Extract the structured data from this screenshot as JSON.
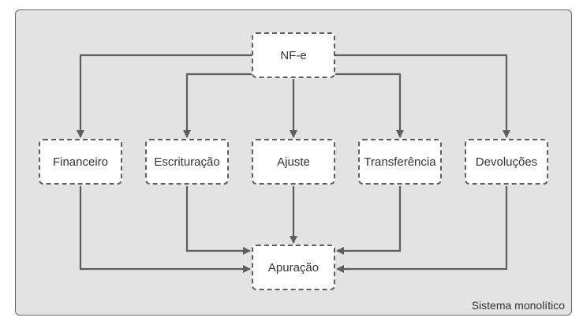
{
  "diagram": {
    "container_label": "Sistema monolítico",
    "nodes": {
      "nfe": "NF-e",
      "financeiro": "Financeiro",
      "escrituracao": "Escrituração",
      "ajuste": "Ajuste",
      "transferencia": "Transferência",
      "devolucoes": "Devoluções",
      "apuracao": "Apuração"
    },
    "edges": [
      {
        "from": "NF-e",
        "to": "Financeiro"
      },
      {
        "from": "NF-e",
        "to": "Escrituração"
      },
      {
        "from": "NF-e",
        "to": "Ajuste"
      },
      {
        "from": "NF-e",
        "to": "Transferência"
      },
      {
        "from": "NF-e",
        "to": "Devoluções"
      },
      {
        "from": "Financeiro",
        "to": "Apuração"
      },
      {
        "from": "Escrituração",
        "to": "Apuração"
      },
      {
        "from": "Ajuste",
        "to": "Apuração"
      },
      {
        "from": "Transferência",
        "to": "Apuração"
      },
      {
        "from": "Devoluções",
        "to": "Apuração"
      }
    ],
    "colors": {
      "background": "#e3e3e3",
      "border": "#666666",
      "arrow": "#5e5e5e",
      "node_fill": "#ffffff"
    }
  }
}
